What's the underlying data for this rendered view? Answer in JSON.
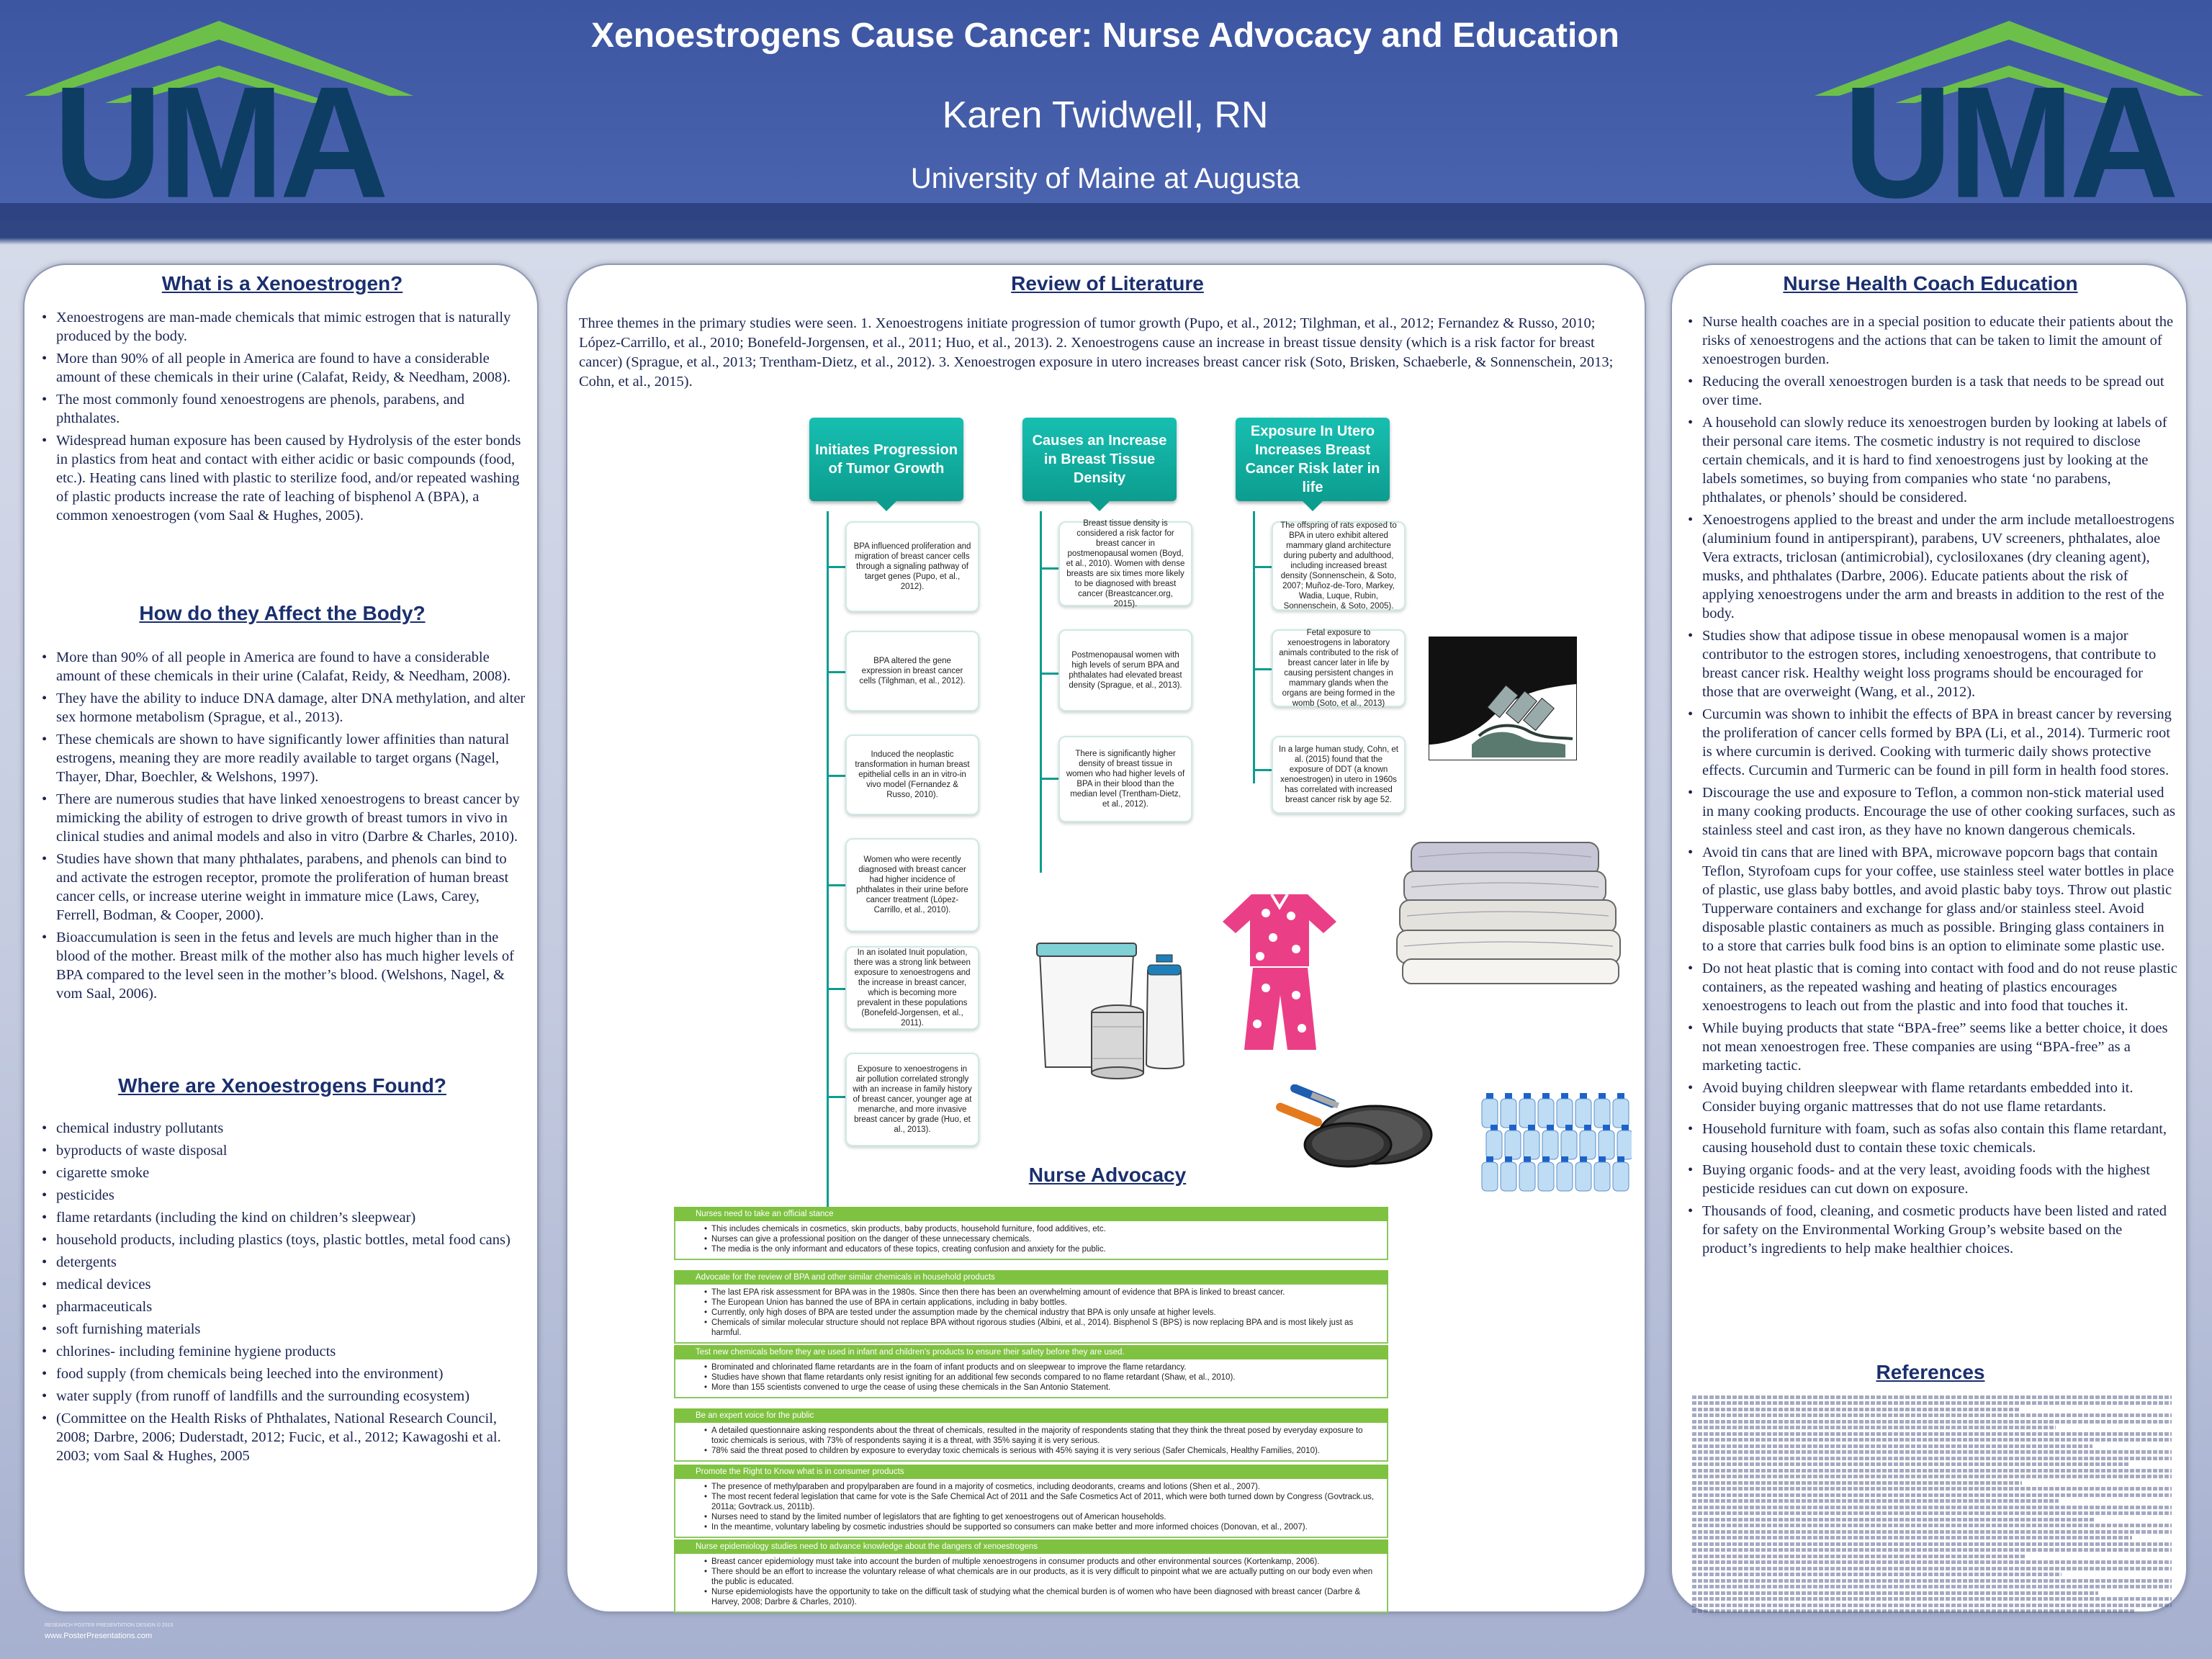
{
  "header": {
    "title": "Xenoestrogens Cause Cancer: Nurse Advocacy and Education",
    "author": "Karen Twidwell, RN",
    "affiliation": "University of Maine at Augusta",
    "logo_text": "UMA",
    "logo_colors": {
      "roof": "#6cc04a",
      "letters": "#0d3d63"
    }
  },
  "left": {
    "sections": [
      {
        "title": "What is a Xenoestrogen?",
        "items": [
          "Xenoestrogens are man-made chemicals that mimic estrogen that is naturally produced by the body.",
          "More than 90% of all people in America are found to have a considerable amount of these chemicals in their urine (Calafat, Reidy, & Needham, 2008).",
          "The most commonly found xenoestrogens are phenols, parabens, and phthalates.",
          "Widespread human exposure has been caused by Hydrolysis of the ester bonds in plastics from heat and contact with either acidic or basic compounds (food, etc.).  Heating cans lined with plastic to sterilize food, and/or repeated washing of plastic products increase the rate of leaching of bisphenol A (BPA), a common xenoestrogen (vom Saal & Hughes, 2005)."
        ]
      },
      {
        "title": "How do they Affect the Body?",
        "items": [
          "More than 90% of all people in America are found to have a considerable amount of these chemicals in their urine (Calafat, Reidy, & Needham, 2008).",
          "They have the ability to induce DNA damage, alter DNA methylation, and alter sex hormone metabolism (Sprague,  et al., 2013).",
          "These chemicals are shown to have significantly lower affinities than natural estrogens, meaning they are more readily available to target organs (Nagel, Thayer, Dhar, Boechler, & Welshons, 1997).",
          "There are numerous studies that have linked xenoestrogens to breast cancer by mimicking the ability of estrogen to drive growth of breast tumors in vivo in clinical studies and animal models and also in vitro (Darbre & Charles, 2010).",
          "Studies have shown that many phthalates, parabens, and phenols can bind to and activate the estrogen receptor, promote the proliferation of human breast cancer cells, or increase uterine weight in immature mice (Laws, Carey, Ferrell, Bodman, & Cooper, 2000).",
          "Bioaccumulation is seen in the fetus and levels are much higher than in the blood of the mother.  Breast milk of the mother also has much higher levels of BPA compared to the level seen in the mother’s blood. (Welshons, Nagel, & vom Saal, 2006)."
        ]
      },
      {
        "title": "Where are Xenoestrogens Found?",
        "items": [
          "chemical industry pollutants",
          "byproducts of waste disposal",
          "cigarette smoke",
          "pesticides",
          "flame retardants (including the kind on children’s sleepwear)",
          "household products, including plastics (toys, plastic bottles, metal food cans)",
          "detergents",
          "medical devices",
          "pharmaceuticals",
          "soft furnishing materials",
          "chlorines- including feminine hygiene products",
          "food supply (from chemicals being leeched into the environment)",
          "water supply (from runoff of landfills and the surrounding ecosystem)",
          "(Committee on the Health Risks of Phthalates, National Research Council, 2008; Darbre, 2006; Duderstadt, 2012; Fucic, et al., 2012; Kawagoshi et al. 2003; vom Saal & Hughes, 2005"
        ]
      }
    ]
  },
  "middle": {
    "title": "Review of Literature",
    "intro": "Three themes in the primary studies were seen.  1. Xenoestrogens initiate progression of tumor growth (Pupo, et al., 2012; Tilghman, et al., 2012; Fernandez & Russo, 2010; López-Carrillo, et al., 2010; Bonefeld-Jorgensen, et al., 2011; Huo, et al., 2013). 2. Xenoestrogens cause an increase in breast tissue density (which is a risk factor for breast cancer) (Sprague, et al., 2013; Trentham-Dietz, et al., 2012). 3. Xenoestrogen exposure in utero increases breast cancer risk (Soto, Brisken, Schaeberle, & Sonnenschein, 2013; Cohn, et al., 2015).",
    "columns": [
      {
        "heading": "Initiates Progression of Tumor Growth",
        "boxes": [
          "BPA influenced proliferation and migration of breast cancer cells through a signaling pathway of target genes (Pupo, et al., 2012).",
          "BPA altered the gene expression in breast cancer cells (Tilghman, et al., 2012).",
          "Induced the neoplastic transformation in human breast epithelial cells in an in vitro-in vivo model (Fernandez & Russo, 2010).",
          "Women who were recently diagnosed with breast cancer had higher incidence of phthalates in their urine before cancer treatment (López-Carrillo, et al., 2010).",
          "In an isolated Inuit population, there was a strong link between exposure to xenoestrogens and the increase in breast cancer, which is becoming more prevalent in these populations (Bonefeld-Jorgensen, et al., 2011).",
          "Exposure to xenoestrogens in air pollution correlated strongly with an increase in family history of breast cancer, younger age at menarche, and more invasive breast cancer by grade (Huo, et al., 2013)."
        ]
      },
      {
        "heading": "Causes an Increase in Breast Tissue Density",
        "boxes": [
          "Breast tissue density is considered a risk factor for breast cancer in postmenopausal women (Boyd, et al., 2010).  Women with dense breasts are six times more likely to be diagnosed with breast cancer (Breastcancer.org, 2015).",
          "Postmenopausal women with high levels of serum BPA and phthalates had elevated breast density (Sprague, et al., 2013).",
          "There is significantly higher density of breast tissue in women who had higher levels of BPA in their blood than the median level (Trentham-Dietz, et al., 2012)."
        ]
      },
      {
        "heading": "Exposure In Utero Increases Breast Cancer Risk later in life",
        "boxes": [
          "The offspring of rats exposed to BPA in utero exhibit altered mammary gland architecture during puberty and adulthood, including increased breast density (Sonnenschein, & Soto, 2007; Muñoz-de-Toro, Markey, Wadia, Luque, Rubin, Sonnenschein, & Soto, 2005).",
          "Fetal exposure to xenoestrogens in laboratory animals contributed to the risk of breast cancer later in life by causing persistent changes in mammary glands when the organs are being formed in the womb (Soto, et al., 2013)",
          "In a large human study, Cohn, et al. (2015) found that the exposure of DDT (a known xenoestrogen) in utero in 1960s has correlated with increased breast cancer risk by age 52."
        ]
      }
    ],
    "advocacy": {
      "title": "Nurse Advocacy",
      "blocks": [
        {
          "heading": "Nurses need to take an official stance",
          "items": [
            "This includes chemicals in cosmetics, skin products, baby products, household furniture, food additives, etc.",
            "Nurses can give a professional position on the danger of these unnecessary chemicals.",
            "The media is the only informant and educators of these topics, creating confusion and anxiety for the public."
          ]
        },
        {
          "heading": "Advocate for the review of BPA and other similar chemicals in household products",
          "items": [
            "The last EPA risk assessment for BPA was in the 1980s.  Since then there has been an overwhelming amount of evidence that BPA is linked to breast cancer.",
            "The European Union has banned the use of BPA in certain applications, including in baby bottles.",
            "Currently, only high doses of BPA are tested under the assumption made by the chemical industry that BPA is only unsafe at higher levels.",
            "Chemicals of similar molecular structure should not replace BPA without rigorous studies (Albini, et al., 2014).  Bisphenol S (BPS) is now replacing BPA and is most likely just as harmful."
          ]
        },
        {
          "heading": "Test new chemicals before they are used in infant and children’s products to ensure their safety before they are used.",
          "items": [
            "Brominated and chlorinated flame retardants are in the foam of infant products and on sleepwear to improve the flame retardancy.",
            "Studies have shown that flame retardants only resist igniting for an additional few seconds compared to no flame retardant (Shaw, et al., 2010).",
            "More than 155 scientists convened to urge the cease of using these chemicals in the San Antonio Statement."
          ]
        },
        {
          "heading": "Be an expert voice for the public",
          "items": [
            "A detailed questionnaire asking respondents about the threat of chemicals, resulted in the majority of respondents stating that they think the threat posed by everyday exposure to toxic chemicals is serious, with 73% of respondents saying it is a threat, with 35% saying it is very serious.",
            "78% said the threat posed to children by exposure to everyday toxic chemicals is serious with 45% saying it is very serious (Safer Chemicals, Healthy Families, 2010)."
          ]
        },
        {
          "heading": "Promote the Right to Know what is in consumer products",
          "items": [
            "The presence of methylparaben and propylparaben are found in a majority of cosmetics, including deodorants, creams and lotions (Shen et al., 2007).",
            "The most recent federal legislation that came for vote is the Safe Chemical Act of 2011 and the Safe Cosmetics Act of 2011, which were both turned down by Congress (Govtrack.us, 2011a; Govtrack.us, 2011b).",
            "Nurses need to stand by the limited number of legislators that are fighting to get xenoestrogens out of American households.",
            "In the meantime, voluntary labeling by cosmetic industries should be supported so consumers can make better and more informed choices (Donovan, et al., 2007)."
          ]
        },
        {
          "heading": "Nurse epidemiology studies need to advance knowledge about the dangers of xenoestrogens",
          "items": [
            "Breast cancer epidemiology must take into account the burden of multiple xenoestrogens in consumer products and other environmental sources (Kortenkamp, 2006).",
            "There should be an effort to increase the voluntary release of what chemicals are in our products, as it is very difficult to pinpoint what we are actually putting on our body even when the public is educated.",
            "Nurse epidemiologists have the opportunity to take on the difficult task of studying what the chemical burden is of women who have been diagnosed with breast cancer (Darbre & Harvey, 2008; Darbre & Charles, 2010)."
          ]
        }
      ]
    }
  },
  "right": {
    "title": "Nurse Health Coach Education",
    "items": [
      "Nurse health coaches are in a special position to educate their patients about the risks of xenoestrogens and the actions that can be taken to limit the amount of xenoestrogen burden.",
      "Reducing the overall xenoestrogen burden is a task that needs to be spread out over time.",
      "A household can slowly reduce its xenoestrogen burden by looking at labels of their personal care items.  The cosmetic industry is not required to disclose certain chemicals, and it is hard to find xenoestrogens just by looking at the labels sometimes, so buying from companies who state ‘no parabens, phthalates, or phenols’ should be considered.",
      "Xenoestrogens applied to the breast and under the arm include metalloestrogens (aluminium found in antiperspirant), parabens, UV screeners, phthalates, aloe Vera extracts, triclosan (antimicrobial), cyclosiloxanes (dry cleaning agent), musks, and phthalates (Darbre, 2006).  Educate patients about the risk of applying xenoestrogens under the arm and breasts in addition to the rest of the body.",
      "Studies show that adipose tissue in obese menopausal women is a major contributor to the estrogen stores, including xenoestrogens, that contribute to breast cancer risk.  Healthy weight loss programs should be encouraged for those that are overweight (Wang, et al., 2012).",
      "Curcumin was shown to inhibit the effects of BPA in breast cancer by reversing the proliferation of cancer cells formed by BPA (Li, et al., 2014).  Turmeric root is where curcumin is derived.  Cooking with turmeric daily shows protective effects.  Curcumin and Turmeric can be found in pill form in health food stores.",
      "Discourage the use and exposure to Teflon, a common non-stick material used in many cooking products. Encourage the use of other cooking surfaces, such as stainless steel and cast iron, as they have no known dangerous chemicals.",
      "Avoid tin cans that are lined with BPA, microwave popcorn bags that contain Teflon, Styrofoam cups for your coffee, use stainless steel water bottles in place of plastic, use glass baby bottles, and avoid plastic baby toys.  Throw out plastic Tupperware containers and exchange for glass and/or stainless steel.  Avoid disposable plastic containers as much as possible.  Bringing glass containers in to a store that carries bulk food bins is an option to eliminate some plastic use.",
      "Do not heat plastic that is coming into contact with food and do not reuse plastic containers, as the repeated washing and heating of plastics encourages xenoestrogens to leach out from the plastic and into food that touches it.",
      "While buying products that state “BPA-free” seems like a better choice, it does not mean xenoestrogen free.  These companies are using “BPA-free” as a marketing tactic.",
      "Avoid buying children sleepwear with flame retardants embedded into it.  Consider buying organic mattresses that do not use flame retardants.",
      "Household furniture with foam, such as sofas also contain this flame retardant, causing household dust to contain these toxic chemicals.",
      "Buying organic foods- and at the very least, avoiding foods with the highest pesticide residues can cut down on exposure.",
      "Thousands of food, cleaning, and cosmetic products have been listed and rated for safety on the Environmental Working Group’s website based on the product’s ingredients to help make healthier choices."
    ],
    "references_title": "References"
  },
  "footer": {
    "small": "RESEARCH POSTER PRESENTATION DESIGN © 2015",
    "site": "www.PosterPresentations.com"
  }
}
